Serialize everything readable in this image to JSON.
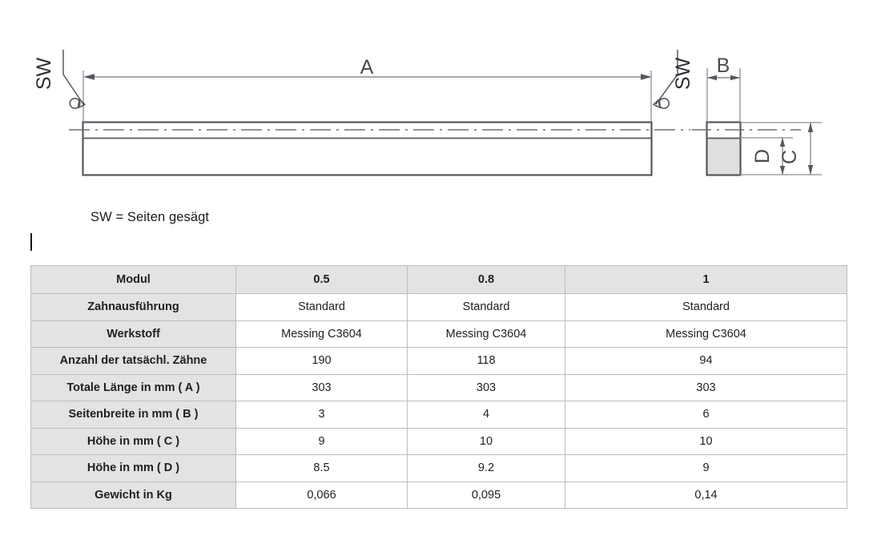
{
  "drawing": {
    "labels": {
      "length_dim": "A",
      "width_dim": "B",
      "height_c_dim": "C",
      "height_d_dim": "D",
      "sw_left": "SW",
      "sw_right": "SW",
      "sw_section": "SW"
    },
    "colors": {
      "line": "#55585f",
      "thin_line": "#8b8e94",
      "section_fill": "#e0e0e0"
    }
  },
  "caption": {
    "text": "SW = Seiten gesägt"
  },
  "table": {
    "header": {
      "label": "Modul",
      "values": [
        "0.5",
        "0.8",
        "1"
      ]
    },
    "rows": [
      {
        "label": "Zahnausführung",
        "values": [
          "Standard",
          "Standard",
          "Standard"
        ]
      },
      {
        "label": "Werkstoff",
        "values": [
          "Messing C3604",
          "Messing C3604",
          "Messing C3604"
        ]
      },
      {
        "label": "Anzahl der tatsächl. Zähne",
        "values": [
          "190",
          "118",
          "94"
        ]
      },
      {
        "label": "Totale Länge in mm ( A )",
        "values": [
          "303",
          "303",
          "303"
        ]
      },
      {
        "label": "Seitenbreite in mm ( B )",
        "values": [
          "3",
          "4",
          "6"
        ]
      },
      {
        "label": "Höhe in mm ( C )",
        "values": [
          "9",
          "10",
          "10"
        ]
      },
      {
        "label": "Höhe in mm ( D )",
        "values": [
          "8.5",
          "9.2",
          "9"
        ]
      },
      {
        "label": "Gewicht in Kg",
        "values": [
          "0,066",
          "0,095",
          "0,14"
        ]
      }
    ],
    "colors": {
      "header_bg": "#e3e3e3",
      "label_bg": "#e3e3e3",
      "border": "#bdbdbd",
      "cell_bg": "#ffffff"
    }
  }
}
